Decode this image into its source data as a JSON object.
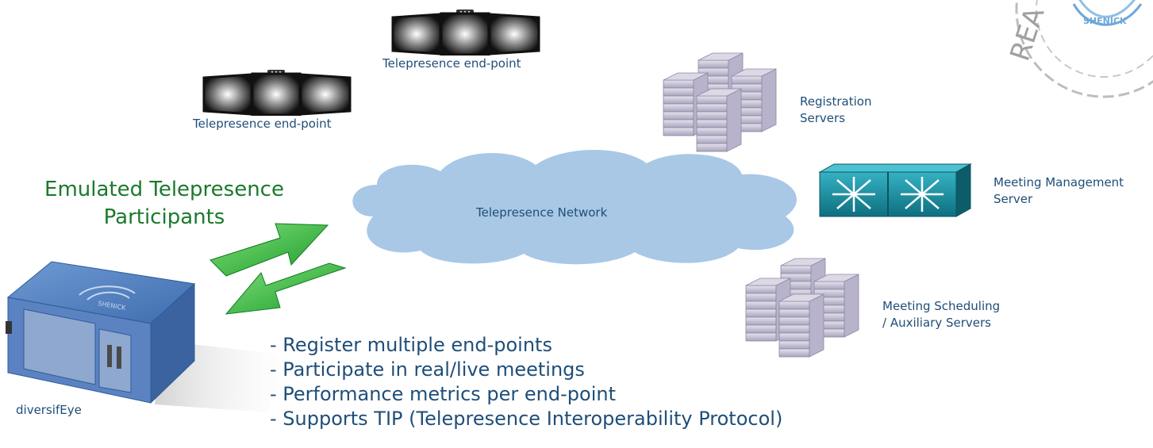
{
  "endpoints": {
    "top_label": "Telepresence end-point",
    "left_label": "Telepresence end-point"
  },
  "emulated": {
    "line1": "Emulated Telepresence",
    "line2": "Participants"
  },
  "network": {
    "label": "Telepresence Network"
  },
  "servers": {
    "registration_line1": "Registration",
    "registration_line2": "Servers",
    "meeting_mgmt_line1": "Meeting Management",
    "meeting_mgmt_line2": "Server",
    "scheduling_line1": "Meeting Scheduling",
    "scheduling_line2": "/ Auxiliary Servers"
  },
  "device": {
    "label": "diversifEye",
    "logo_text": "SHENICK"
  },
  "bullets": [
    "- Register multiple end-points",
    "- Participate in real/live meetings",
    "- Performance metrics per end-point",
    "- Supports TIP (Telepresence Interoperability Protocol)"
  ],
  "stamp": {
    "text": "REA",
    "logo_text": "SHENICK"
  },
  "colors": {
    "label_blue": "#1f4e79",
    "title_green": "#1a7a2c",
    "cloud": "#a8c8e6",
    "arrow_green": "#2fb33a",
    "device_blue": "#4f7fc0",
    "switch_teal": "#1d8fa0"
  }
}
